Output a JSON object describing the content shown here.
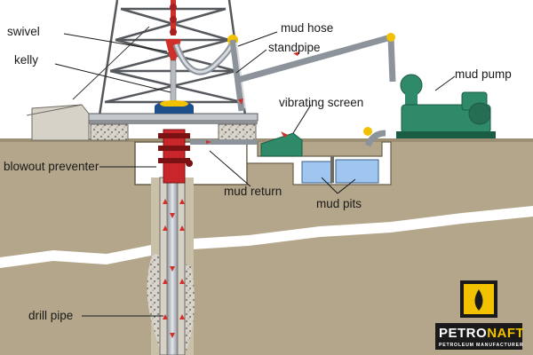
{
  "labels": {
    "swivel": "swivel",
    "kelly": "kelly",
    "mud_hose": "mud hose",
    "standpipe": "standpipe",
    "mud_pump": "mud pump",
    "vibrating_screen": "vibrating screen",
    "blowout_preventer": "blowout preventer",
    "mud_return": "mud return",
    "mud_pits": "mud pits",
    "drill_pipe": "drill pipe"
  },
  "brand": {
    "name_part1": "PETRO",
    "name_part2": "NAFT",
    "tagline": "PETROLEUM MANUFACTURER",
    "colors": {
      "primary": "#1a1a1a",
      "accent": "#f2c200"
    }
  },
  "colors": {
    "ground": "#b3a68a",
    "ground_top": "#c2b597",
    "mud_arrow": "#d0302a",
    "bop": "#c8262a",
    "pump": "#2f8a6a",
    "water": "#9fc6ee",
    "pipe": "#b8bcc2",
    "hose_joint": "#f2c200"
  }
}
